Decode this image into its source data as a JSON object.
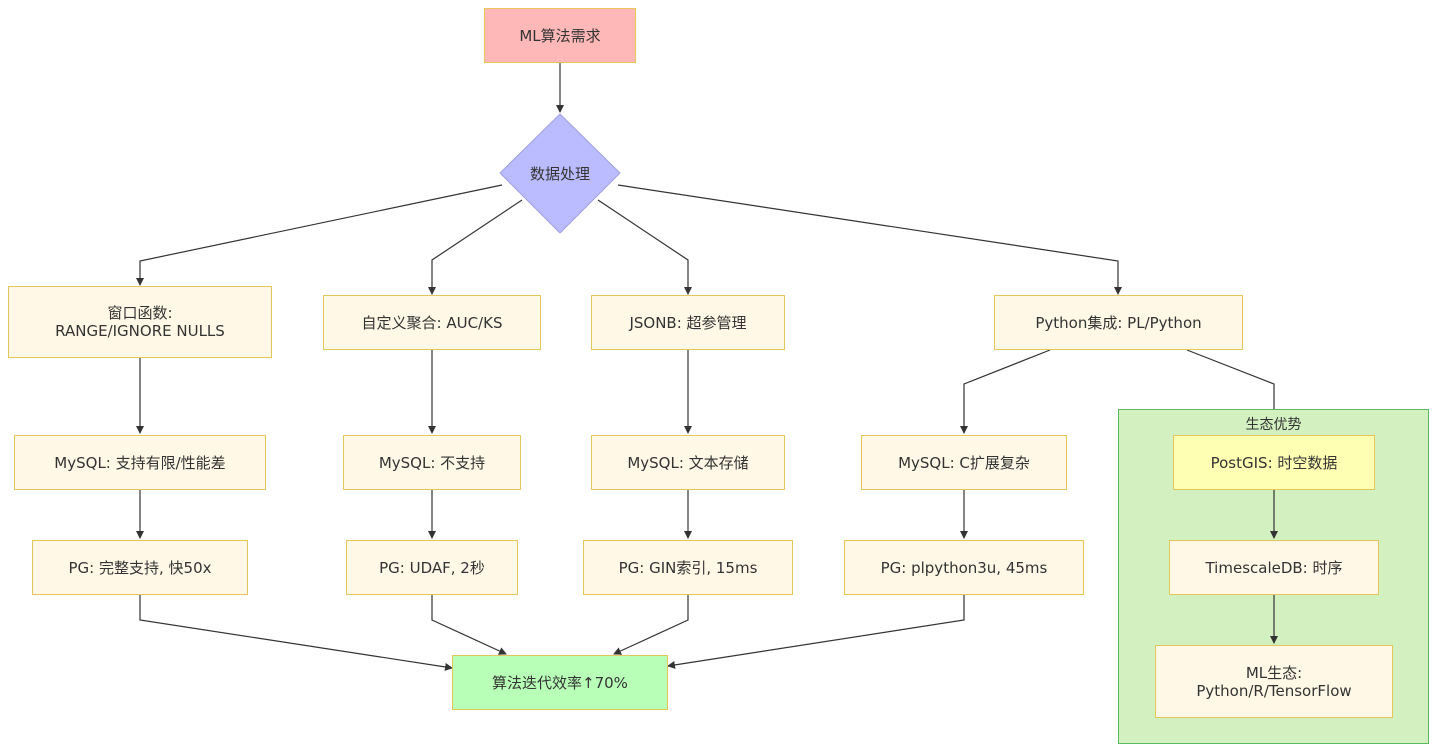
{
  "colors": {
    "start_fill": "#ffb8b8",
    "decision_fill": "#bbbbff",
    "node_fill": "#fff8e6",
    "node_border": "#e6c65a",
    "end_fill": "#b8ffb8",
    "group_fill": "#d3f0c0",
    "group_border": "#5cb85c",
    "highlight_fill": "#ffffb3"
  },
  "nodes": {
    "ml_requirement": "ML算法需求",
    "data_processing": "数据处理",
    "window_functions": "窗口函数: RANGE/IGNORE NULLS",
    "custom_aggregates": "自定义聚合: AUC/KS",
    "jsonb": "JSONB: 超参管理",
    "python_integration": "Python集成: PL/Python",
    "mysql_window": "MySQL: 支持有限/性能差",
    "mysql_aggregate": "MySQL: 不支持",
    "mysql_json": "MySQL: 文本存储",
    "mysql_python": "MySQL: C扩展复杂",
    "pg_window": "PG: 完整支持, 快50x",
    "pg_aggregate": "PG: UDAF, 2秒",
    "pg_json": "PG: GIN索引, 15ms",
    "pg_python": "PG: plpython3u, 45ms",
    "result": "算法迭代效率↑70%"
  },
  "ecosystem": {
    "title": "生态优势",
    "postgis": "PostGIS: 时空数据",
    "timescaledb": "TimescaleDB: 时序",
    "ml_ecosystem_line1": "ML生态:",
    "ml_ecosystem_line2": "Python/R/TensorFlow"
  }
}
